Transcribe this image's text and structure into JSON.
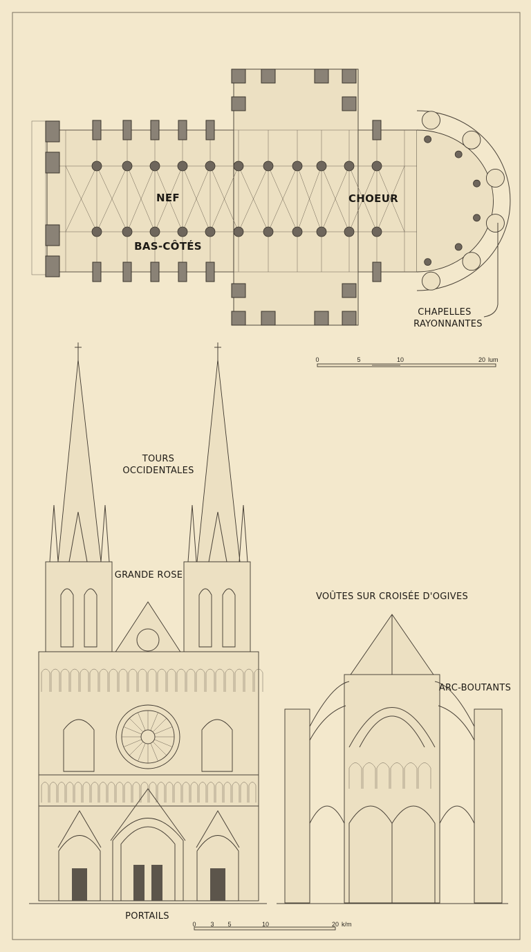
{
  "plan": {
    "labels": {
      "nave": "NEF",
      "aisles": "BAS-CÔTÉS",
      "choir": "CHOEUR",
      "chapels_line1": "CHAPELLES",
      "chapels_line2": "RAYONNANTES"
    },
    "scale": {
      "ticks": [
        "0",
        "5",
        "10",
        "20"
      ],
      "unit": "lum"
    }
  },
  "facade": {
    "labels": {
      "towers_line1": "TOURS",
      "towers_line2": "OCCIDENTALES",
      "rose": "GRANDE ROSE",
      "portals": "PORTAILS"
    },
    "scale": {
      "ticks": [
        "0",
        "3",
        "5",
        "10",
        "20"
      ],
      "unit": "k/m"
    }
  },
  "section": {
    "labels": {
      "vaults": "VOÛTES SUR CROISÉE D'OGIVES",
      "buttresses": "ARC-BOUTANTS"
    }
  },
  "colors": {
    "paper": "#f3e8cc",
    "ink": "#3a342c"
  }
}
